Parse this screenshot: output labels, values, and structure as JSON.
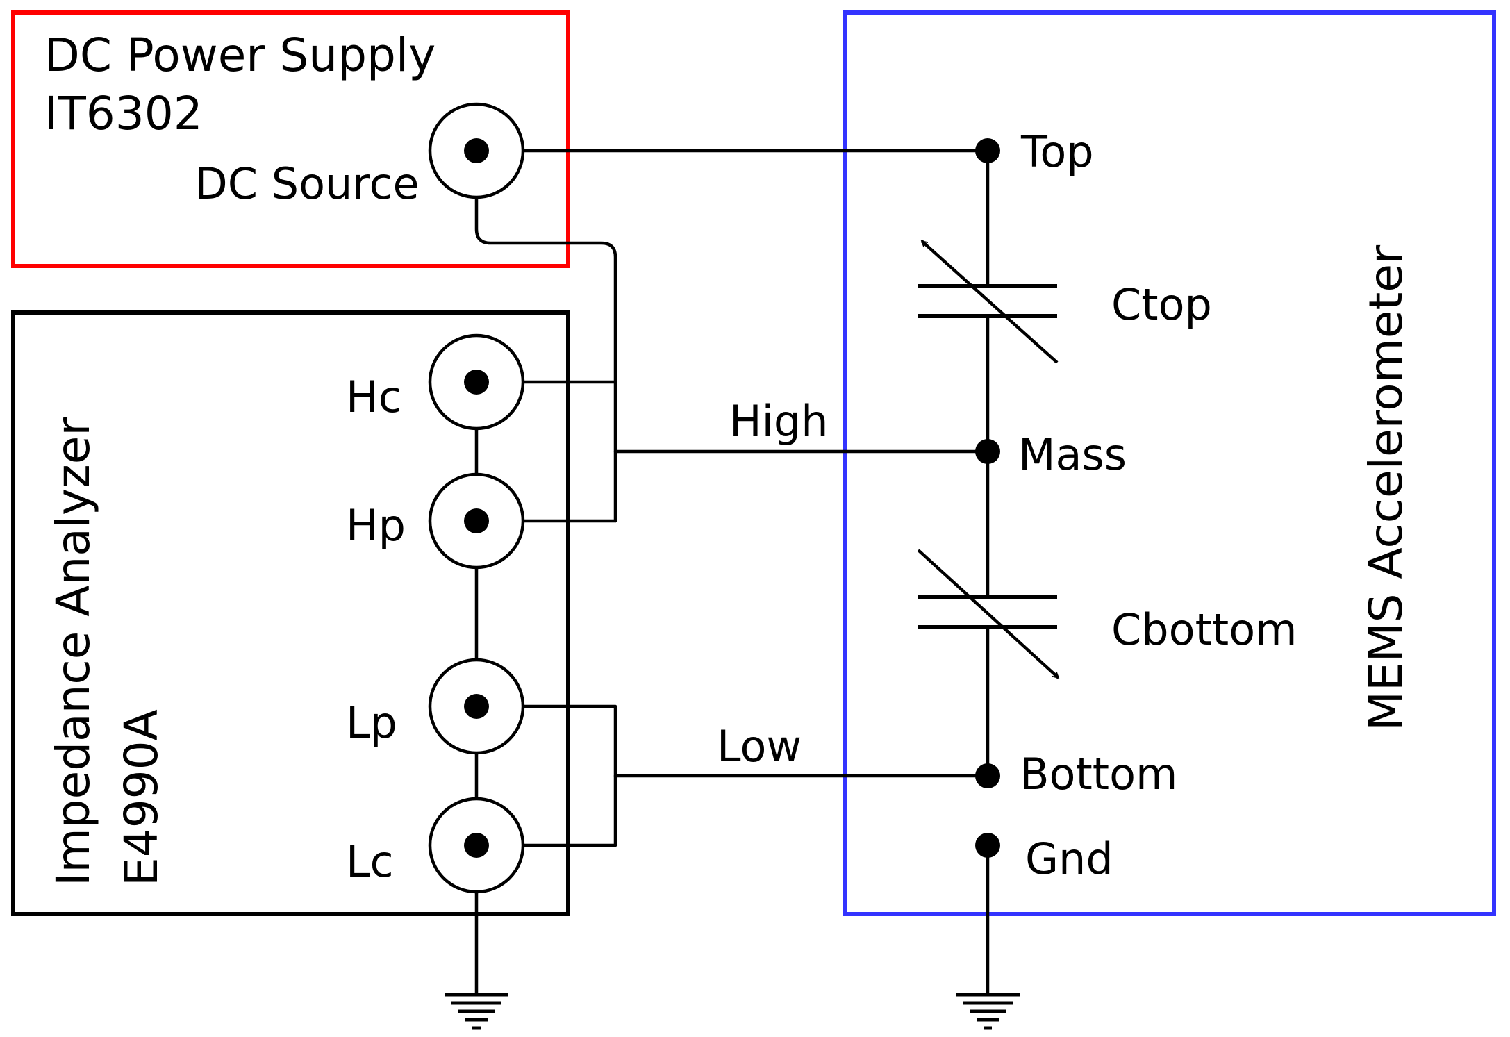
{
  "power_supply": {
    "title_line1": "DC Power Supply",
    "title_line2": "IT6302",
    "port_label": "DC Source",
    "border_color": "#ff0000"
  },
  "analyzer": {
    "title_line1": "Impedance Analyzer",
    "title_line2": "E4990A",
    "ports": {
      "hc": "Hc",
      "hp": "Hp",
      "lp": "Lp",
      "lc": "Lc"
    },
    "border_color": "#000000"
  },
  "mems": {
    "title": "MEMS Accelerometer",
    "border_color": "#3333ff",
    "nodes": {
      "top": "Top",
      "mass": "Mass",
      "bottom": "Bottom",
      "gnd": "Gnd"
    },
    "capacitors": {
      "top": "Ctop",
      "bottom": "Cbottom"
    }
  },
  "wires": {
    "high": "High",
    "low": "Low"
  }
}
